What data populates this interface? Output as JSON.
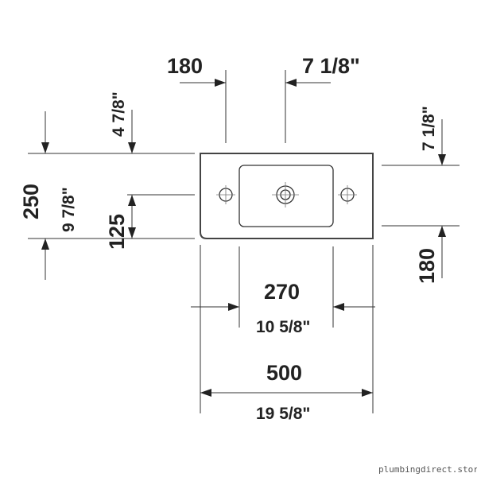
{
  "dimensions": {
    "overall_width_mm": "500",
    "overall_width_in": "19 5/8\"",
    "basin_width_mm": "270",
    "basin_width_in": "10 5/8\"",
    "height_mm": "250",
    "height_in": "9 7/8\"",
    "hole_height_mm": "125",
    "top_offset_in": "4 7/8\"",
    "left_offset_mm": "180",
    "center_offset_in": "7 1/8\"",
    "right_top_in": "7 1/8\"",
    "right_bottom_mm": "180"
  },
  "watermark": "plumbingdirect.store"
}
